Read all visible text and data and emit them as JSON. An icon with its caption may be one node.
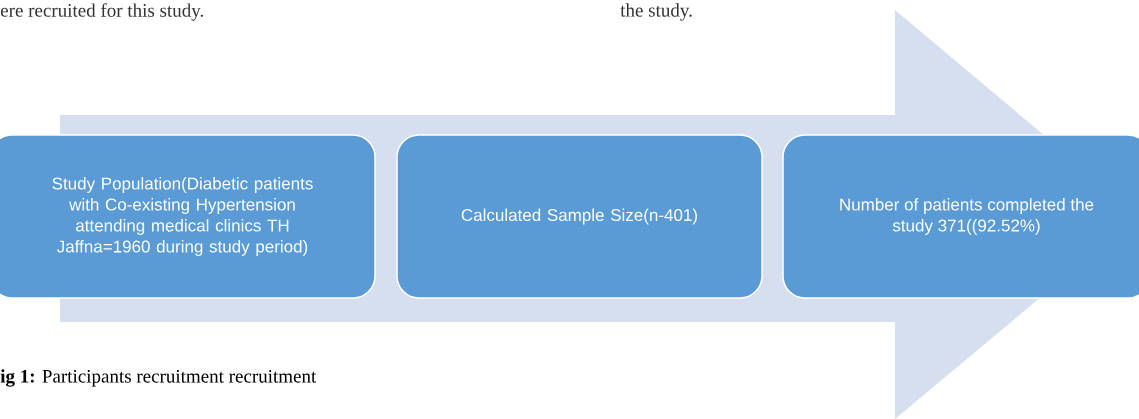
{
  "diagram": {
    "caption": "**ig 1:** Participants recruitment recruitment",
    "nodes": [
      {
        "text": [
          "Study Population(Diabetic patients with Co-existing Hypertension attending medical clinics TH Jaffna=1960 during study period)"
        ]
      },
      {
        "text": [
          "Calculated Sample Size(n-401)"
        ]
      },
      {
        "text": [
          "Number of patients completed the study 371((92.52%)"
        ]
      }
    ],
    "edges": [
      {
        "from": 0,
        "to": 2,
        "arrow": "to"
      }
    ],
    "labels": [
      "ere recruited for this study.",
      "the study."
    ]
  }
}
